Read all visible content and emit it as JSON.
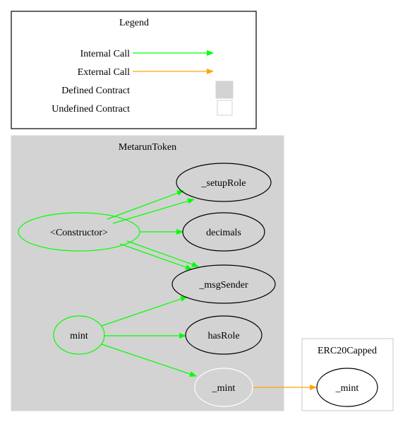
{
  "colors": {
    "internal": "#00ff00",
    "external": "#ffa500",
    "defined_fill": "#d3d3d3",
    "undefined_stroke": "#d3d3d3",
    "border": "#000000"
  },
  "legend": {
    "title": "Legend",
    "internal_call": "Internal Call",
    "external_call": "External Call",
    "defined_contract": "Defined Contract",
    "undefined_contract": "Undefined Contract"
  },
  "clusters": {
    "metarun": {
      "label": "MetarunToken",
      "nodes": {
        "constructor": "<Constructor>",
        "setup_role": "_setupRole",
        "decimals": "decimals",
        "msg_sender": "_msgSender",
        "mint": "mint",
        "has_role": "hasRole",
        "mint_internal": "_mint"
      }
    },
    "erc20capped": {
      "label": "ERC20Capped",
      "nodes": {
        "mint": "_mint"
      }
    }
  },
  "edges": [
    {
      "from": "<Constructor>",
      "to": "_setupRole",
      "type": "internal"
    },
    {
      "from": "<Constructor>",
      "to": "_setupRole",
      "type": "internal"
    },
    {
      "from": "<Constructor>",
      "to": "decimals",
      "type": "internal"
    },
    {
      "from": "<Constructor>",
      "to": "_msgSender",
      "type": "internal"
    },
    {
      "from": "<Constructor>",
      "to": "_msgSender",
      "type": "internal"
    },
    {
      "from": "mint",
      "to": "_msgSender",
      "type": "internal"
    },
    {
      "from": "mint",
      "to": "hasRole",
      "type": "internal"
    },
    {
      "from": "mint",
      "to": "_mint",
      "type": "internal"
    },
    {
      "from": "_mint",
      "to": "ERC20Capped._mint",
      "type": "external"
    }
  ]
}
